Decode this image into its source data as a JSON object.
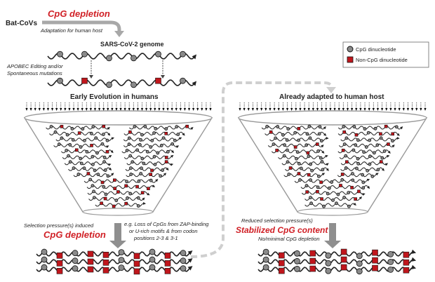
{
  "labels": {
    "bat_covs": "Bat-CoVs",
    "top_cpg_depletion": "CpG depletion",
    "adaptation": "Adaptation for human host",
    "genome": "SARS-CoV-2 genome",
    "apobec_line1": "APOBEC Editing and/or",
    "apobec_line2": "Spontaneous mutations",
    "early_evolution": "Early Evolution in humans",
    "already_adapted": "Already adapted to human host",
    "selection_line1": "Selection pressure(s) induced",
    "selection_cpg_depletion": "CpG depletion",
    "example_line1": "e.g. Loss of CpGs from ZAP-binding",
    "example_line2": "or U-rich motifs & from codon",
    "example_line3": "positions 2-3 & 3-1",
    "reduced_pressure": "Reduced selection pressure(s)",
    "stabilized": "Stabilized CpG content",
    "no_minimal": "No/minimal CpG depletion"
  },
  "legend": {
    "items": [
      {
        "label": "CpG dinucleotide",
        "shape": "circle",
        "color": "#8a8a8a"
      },
      {
        "label": "Non-CpG dinucleotide",
        "shape": "square",
        "color": "#c0161c"
      }
    ]
  },
  "colors": {
    "cpg": "#8a8a8a",
    "non_cpg": "#c0161c",
    "accent_red": "#d01f25",
    "arrow_grey": "#9a9a9a",
    "strand": "#222222"
  }
}
